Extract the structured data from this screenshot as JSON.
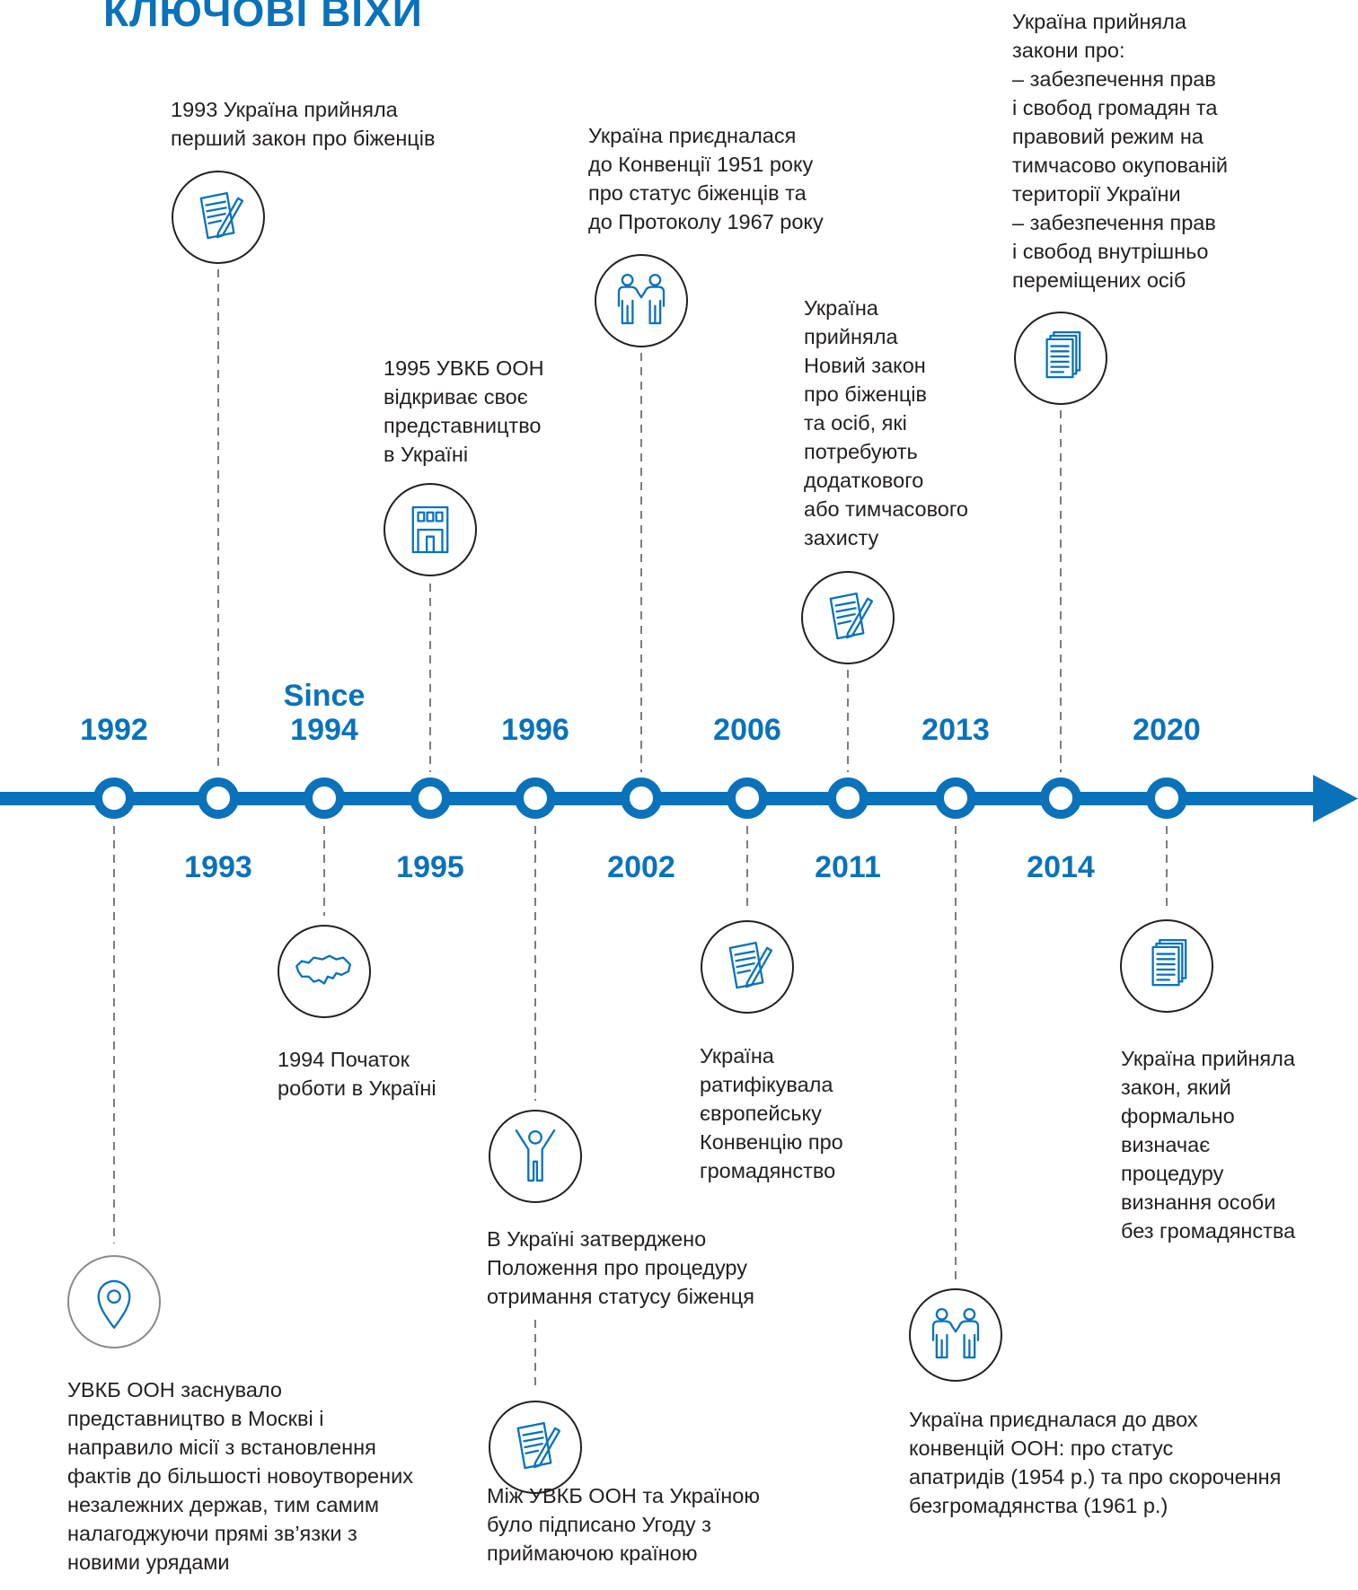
{
  "title": "КЛЮЧОВІ ВІХИ",
  "colors": {
    "accent": "#0a72ba",
    "text": "#231f20",
    "connector": "#7d7d7d"
  },
  "milestones": [
    {
      "year": "1992",
      "side": "below",
      "icon": "map-pin-icon",
      "text": "УВКБ ООН заснувало\nпредставництво в Москві і\nнаправило місії з встановлення\nфактів до більшості новоутворених\nнезалежних держав, тим самим\nналагоджуючи прямі зв’язки з\nновими урядами"
    },
    {
      "year": "1993",
      "side": "above",
      "icon": "document-pen-icon",
      "text": "1993 Україна прийняла\nперший закон про біженців"
    },
    {
      "prefix": "Since",
      "year": "1994",
      "side": "below",
      "icon": "ukraine-map-icon",
      "text": "1994 Початок\nроботи в Україні"
    },
    {
      "year": "1995",
      "side": "above",
      "icon": "building-icon",
      "text": "1995 УВКБ ООН\nвідкриває своє\nпредставництво\nв Україні"
    },
    {
      "year": "1996",
      "side": "below",
      "icon": "person-arms-up-icon",
      "text": "В Україні затверджено\nПоложення про процедуру\nотримання статусу біженця",
      "extra": {
        "icon": "document-pen-icon",
        "text": "Між УВКБ ООН та Україною\nбуло підписано Угоду з\nприймаючою країною"
      }
    },
    {
      "year": "2002",
      "side": "above",
      "icon": "handshake-people-icon",
      "text": "Україна приєдналася\nдо Конвенції 1951 року\nпро статус біженців та\nдо Протоколу 1967 року"
    },
    {
      "year": "2006",
      "side": "below",
      "icon": "document-pen-icon",
      "text": " Україна\nратифікувала\nєвропейську\nКонвенцію про\nгромадянство"
    },
    {
      "year": "2011",
      "side": "above",
      "icon": "document-pen-icon",
      "text": "Україна\nприйняла\nНовий закон\nпро біженців\nта осіб, які\nпотребують\nдодаткового\nабо тимчасового\nзахисту"
    },
    {
      "year": "2013",
      "side": "below",
      "icon": "handshake-people-icon",
      "text": "Україна приєдналася до двох\nконвенцій ООН: про статус\nапатридів (1954 р.) та про скорочення\nбезгромадянства (1961 р.)"
    },
    {
      "year": "2014",
      "side": "above",
      "icon": "document-stack-icon",
      "text": "Україна прийняла\nзакони про:\n– забезпечення прав\nі свобод громадян та\nправовий режим на\nтимчасово окупованій\nтериторії України\n– забезпечення прав\nі свобод внутрішньо\nпереміщених осіб"
    },
    {
      "year": "2020",
      "side": "below",
      "icon": "document-stack-icon",
      "text": "Україна прийняла\nзакон, який\nформально\nвизначає\nпроцедуру\nвизнання особи\nбез громадянства"
    }
  ]
}
